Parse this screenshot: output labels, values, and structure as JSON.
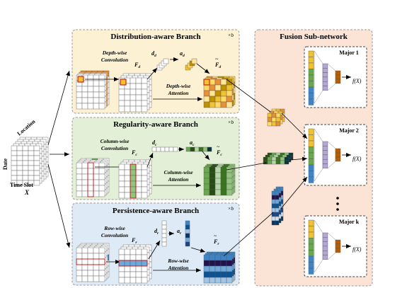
{
  "input": {
    "axis_location": "Location",
    "axis_date": "Date",
    "axis_time_slot": "Time Slot",
    "tensor": "X"
  },
  "distribution_branch": {
    "title": "Distribution-aware Branch",
    "multiplier": "×b",
    "conv_label_1": "Depth-wise",
    "conv_label_2": "Convolution",
    "feature": "F",
    "feature_sub": "d",
    "vector": "d",
    "vector_sub": "d",
    "attn_vec": "a",
    "attn_vec_sub": "d",
    "attention_1": "Depth-wise",
    "attention_2": "Attention",
    "output": "F",
    "output_sub": "d",
    "accent": "#f5c518",
    "bg": "#fdf1d4"
  },
  "regularity_branch": {
    "title": "Regularity-aware Branch",
    "multiplier": "×b",
    "conv_label_1": "Column-wise",
    "conv_label_2": "Convolution",
    "feature": "F",
    "feature_sub": "c",
    "vector": "d",
    "vector_sub": "c",
    "attn_vec": "a",
    "attn_vec_sub": "c",
    "attention_1": "Column-wise",
    "attention_2": "Attention",
    "output": "F",
    "output_sub": "c",
    "accent": "#6aa84f",
    "bg": "#e3efd6"
  },
  "persistence_branch": {
    "title": "Persistence-aware Branch",
    "multiplier": "×b",
    "conv_label_1": "Row-wise",
    "conv_label_2": "Convolution",
    "feature": "F",
    "feature_sub": "r",
    "vector": "d",
    "vector_sub": "r",
    "attn_vec": "a",
    "attn_vec_sub": "r",
    "attention_1": "Row-wise",
    "attention_2": "Attention",
    "output": "F",
    "output_sub": "r",
    "accent": "#3d85c6",
    "bg": "#deeaf6"
  },
  "fusion": {
    "title": "Fusion Sub-network",
    "bg": "#fbe3d6",
    "majors": [
      {
        "label": "Major 1",
        "output": "f(X)"
      },
      {
        "label": "Major 2",
        "output": "f(X)"
      },
      {
        "label": "Major k",
        "output": "f(X)"
      }
    ],
    "ellipsis": "•\n•\n•"
  }
}
